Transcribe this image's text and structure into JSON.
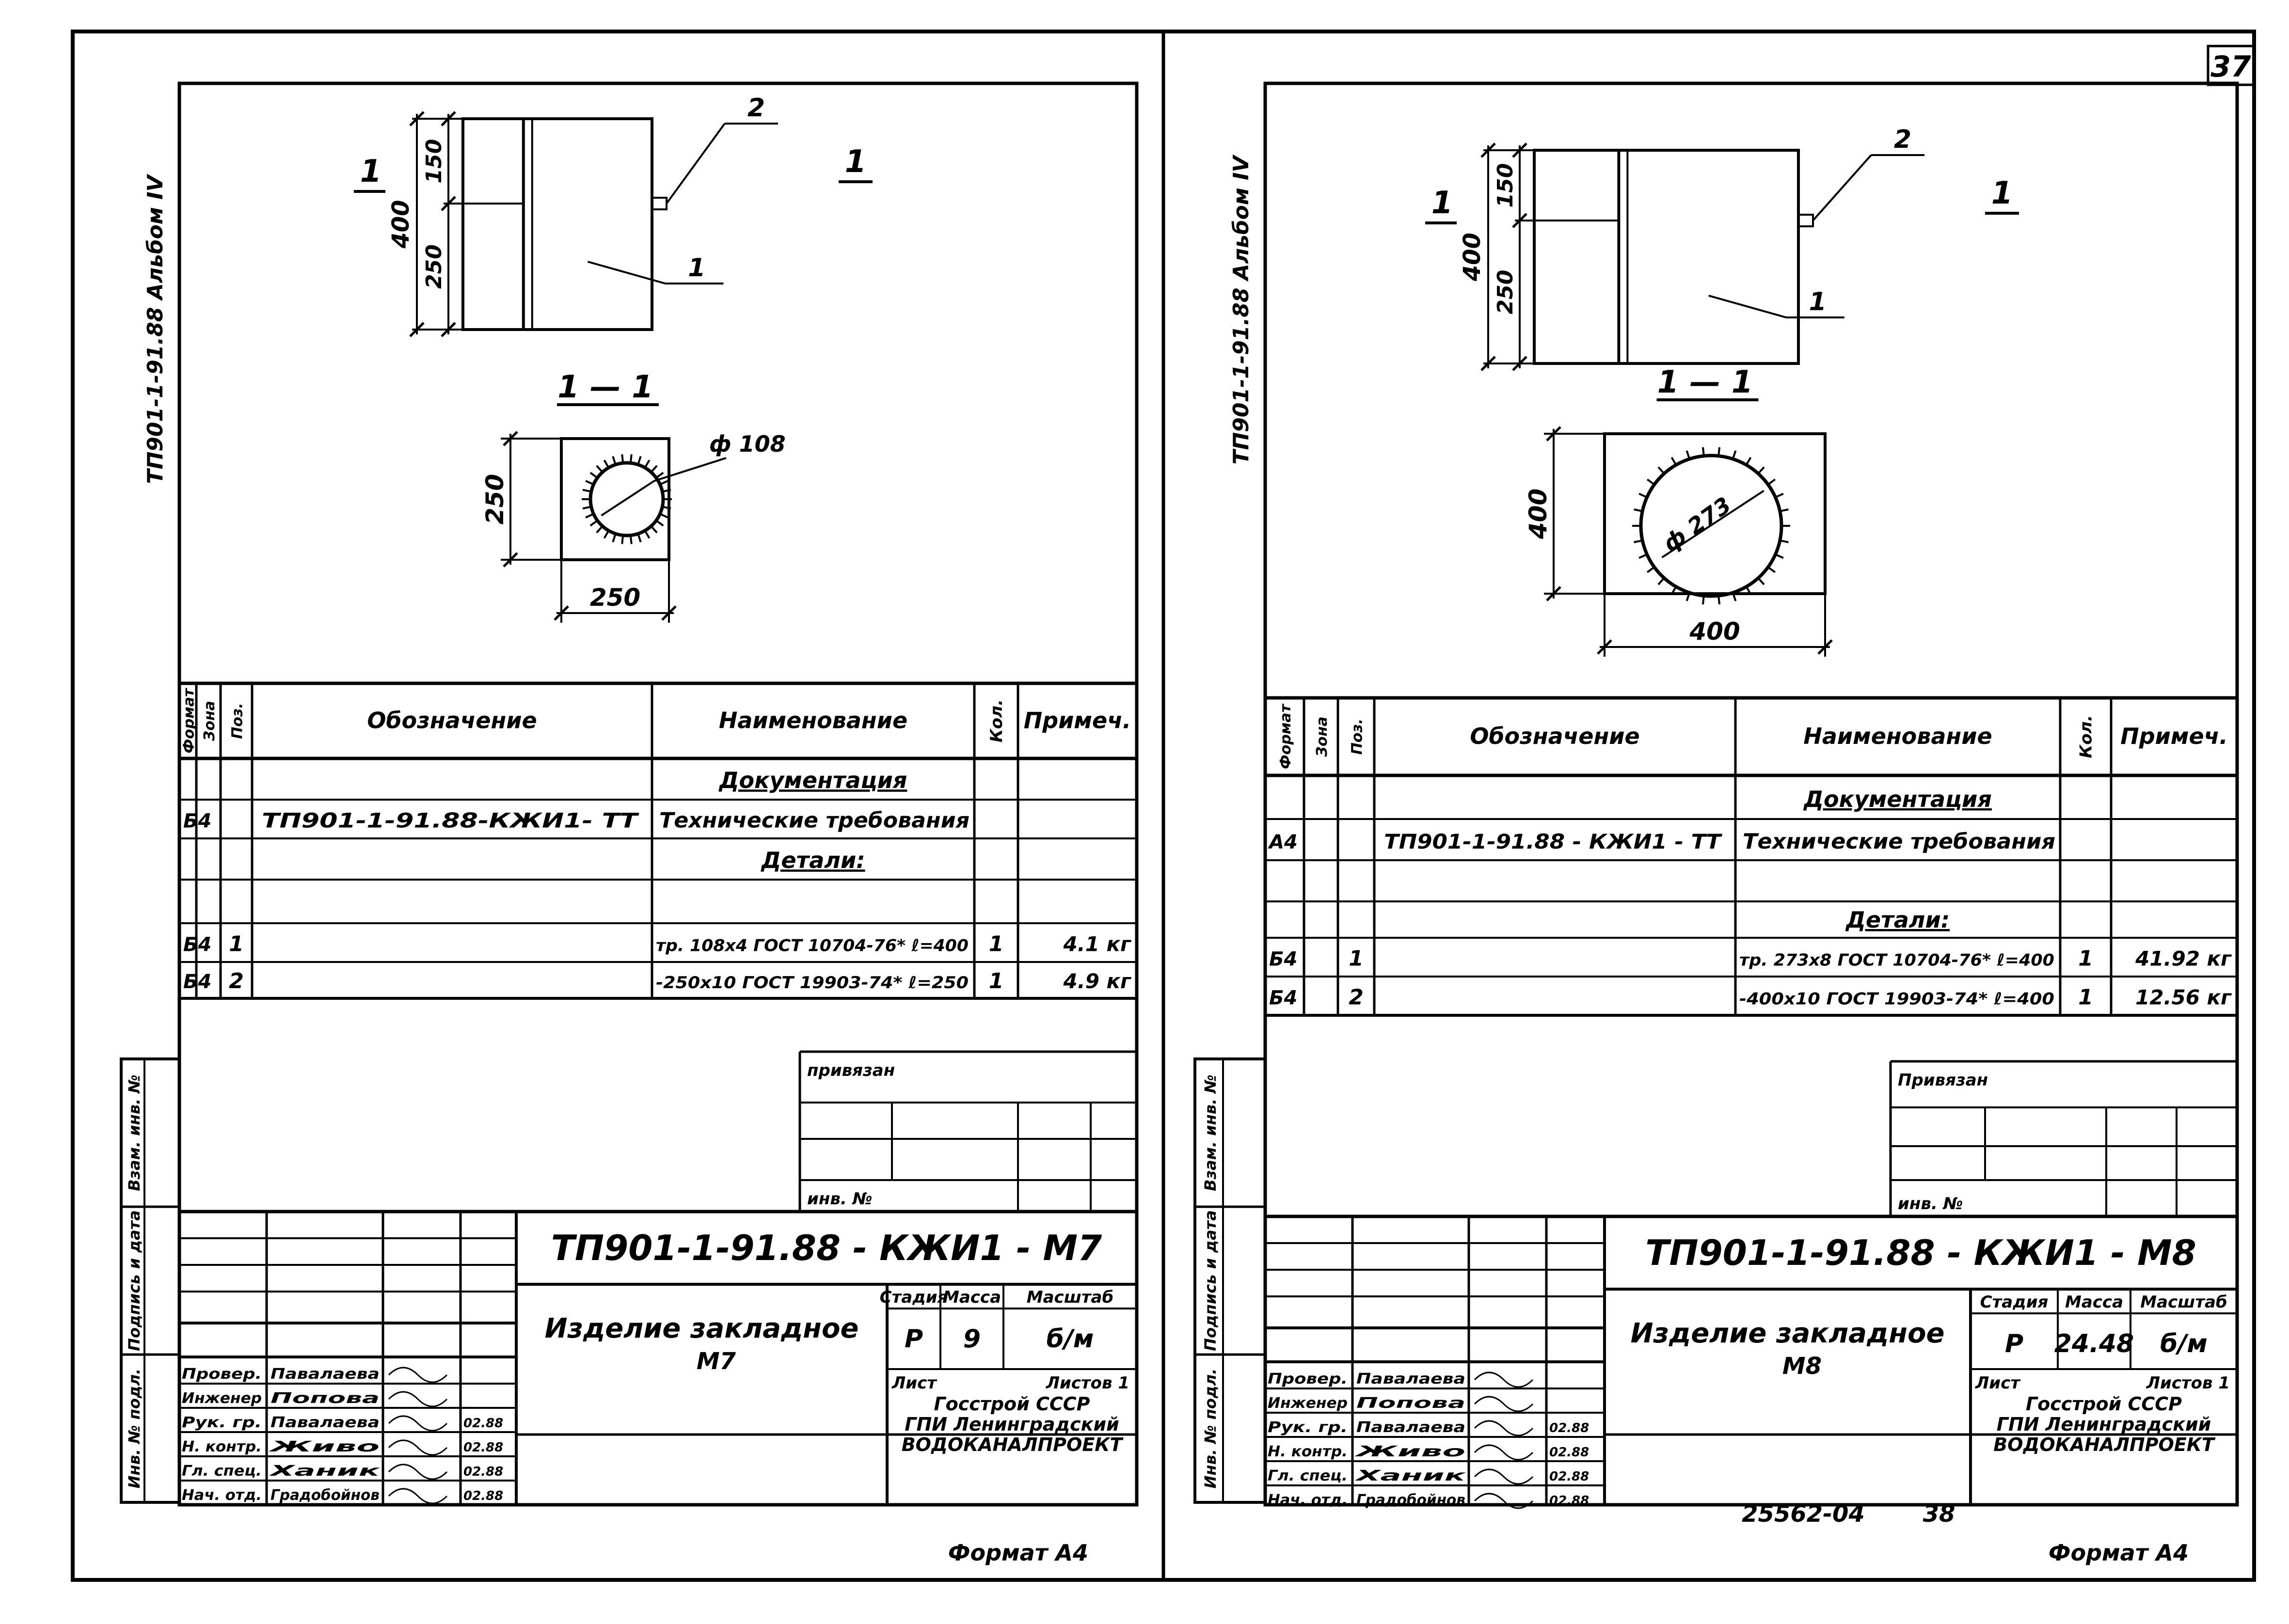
{
  "page_number": "37",
  "footer_code": "25562-04",
  "footer_sheet": "38",
  "sheets": [
    {
      "id": "left",
      "album_label": "ТП901-1-91.88 Альбом IV",
      "view": {
        "mark": "1",
        "dim_total": "400",
        "dim_top": "150",
        "dim_bottom": "250",
        "callout_1": "1",
        "callout_2": "2"
      },
      "section": {
        "title": "1 — 1",
        "diameter": "ф 108",
        "side_v": "250",
        "side_h": "250"
      },
      "spec_headers": {
        "format": "Формат",
        "zone": "Зона",
        "pos": "Поз.",
        "designation": "Обозначение",
        "name": "Наименование",
        "qty": "Кол.",
        "note": "Примеч."
      },
      "spec_rows": [
        {
          "format": "",
          "pos": "",
          "designation": "",
          "name": "Документация",
          "qty": "",
          "note": ""
        },
        {
          "format": "Б4",
          "pos": "",
          "designation": "ТП901-1-91.88-КЖИ1- ТТ",
          "name": "Технические требования",
          "qty": "",
          "note": ""
        },
        {
          "format": "",
          "pos": "",
          "designation": "",
          "name": "Детали:",
          "qty": "",
          "note": ""
        },
        {
          "format": "",
          "pos": "",
          "designation": "",
          "name": "",
          "qty": "",
          "note": ""
        },
        {
          "format": "Б4",
          "pos": "1",
          "designation": "",
          "name": "тр. 108х4 ГОСТ 10704-76* ℓ=400",
          "qty": "1",
          "note": "4.1 кг"
        },
        {
          "format": "Б4",
          "pos": "2",
          "designation": "",
          "name": "-250х10 ГОСТ 19903-74* ℓ=250",
          "qty": "1",
          "note": "4.9 кг"
        }
      ],
      "binding": {
        "label": "привязан",
        "inv": "инв. №"
      },
      "side_labels": {
        "vzam": "Взам. инв. №",
        "podpis": "Подпись и дата",
        "inv_podl": "Инв. № подл."
      },
      "title_code": "ТП901-1-91.88 - КЖИ1 - М7",
      "item_name": "Изделие закладное",
      "item_mark": "М7",
      "stage_head": {
        "stage": "Стадия",
        "mass": "Масса",
        "scale": "Масштаб"
      },
      "stage_vals": {
        "stage": "Р",
        "mass": "9",
        "scale": "б/м"
      },
      "sheet_info": {
        "sheet": "Лист",
        "sheets": "Листов 1"
      },
      "org": [
        "Госстрой СССР",
        "ГПИ Ленинградский",
        "ВОДОКАНАЛПРОЕКТ"
      ],
      "signers": [
        {
          "role": "Провер.",
          "name": "Павалаева",
          "date": ""
        },
        {
          "role": "Инженер",
          "name": "Попова",
          "date": ""
        },
        {
          "role": "Рук. гр.",
          "name": "Павалаева",
          "date": "02.88"
        },
        {
          "role": "Н. контр.",
          "name": "Живо",
          "date": "02.88"
        },
        {
          "role": "Гл. спец.",
          "name": "Ханик",
          "date": "02.88"
        },
        {
          "role": "Нач. отд.",
          "name": "Градобойнов",
          "date": "02.88"
        }
      ],
      "format_label": "Формат А4"
    },
    {
      "id": "right",
      "album_label": "ТП901-1-91.88 Альбом IV",
      "view": {
        "mark": "1",
        "dim_total": "400",
        "dim_top": "150",
        "dim_bottom": "250",
        "callout_1": "1",
        "callout_2": "2"
      },
      "section": {
        "title": "1 — 1",
        "diameter": "ф 273",
        "side_v": "400",
        "side_h": "400"
      },
      "spec_headers": {
        "format": "Формат",
        "zone": "Зона",
        "pos": "Поз.",
        "designation": "Обозначение",
        "name": "Наименование",
        "qty": "Кол.",
        "note": "Примеч."
      },
      "spec_rows": [
        {
          "format": "",
          "pos": "",
          "designation": "",
          "name": "Документация",
          "qty": "",
          "note": ""
        },
        {
          "format": "А4",
          "pos": "",
          "designation": "ТП901-1-91.88 - КЖИ1 - ТТ",
          "name": "Технические требования",
          "qty": "",
          "note": ""
        },
        {
          "format": "",
          "pos": "",
          "designation": "",
          "name": "",
          "qty": "",
          "note": ""
        },
        {
          "format": "",
          "pos": "",
          "designation": "",
          "name": "Детали:",
          "qty": "",
          "note": ""
        },
        {
          "format": "Б4",
          "pos": "1",
          "designation": "",
          "name": "тр. 273х8 ГОСТ 10704-76* ℓ=400",
          "qty": "1",
          "note": "41.92 кг"
        },
        {
          "format": "Б4",
          "pos": "2",
          "designation": "",
          "name": "-400х10 ГОСТ 19903-74* ℓ=400",
          "qty": "1",
          "note": "12.56 кг"
        }
      ],
      "binding": {
        "label": "Привязан",
        "inv": "инв. №"
      },
      "side_labels": {
        "vzam": "Взам. инв. №",
        "podpis": "Подпись и дата",
        "inv_podl": "Инв. № подл."
      },
      "title_code": "ТП901-1-91.88 - КЖИ1 - М8",
      "item_name": "Изделие закладное",
      "item_mark": "М8",
      "stage_head": {
        "stage": "Стадия",
        "mass": "Масса",
        "scale": "Масштаб"
      },
      "stage_vals": {
        "stage": "Р",
        "mass": "24.48",
        "scale": "б/м"
      },
      "sheet_info": {
        "sheet": "Лист",
        "sheets": "Листов 1"
      },
      "org": [
        "Госстрой СССР",
        "ГПИ Ленинградский",
        "ВОДОКАНАЛПРОЕКТ"
      ],
      "signers": [
        {
          "role": "Провер.",
          "name": "Павалаева",
          "date": ""
        },
        {
          "role": "Инженер",
          "name": "Попова",
          "date": ""
        },
        {
          "role": "Рук. гр.",
          "name": "Павалаева",
          "date": "02.88"
        },
        {
          "role": "Н. контр.",
          "name": "Живо",
          "date": "02.88"
        },
        {
          "role": "Гл. спец.",
          "name": "Ханик",
          "date": "02.88"
        },
        {
          "role": "Нач. отд.",
          "name": "Градобойнов",
          "date": "02.88"
        }
      ],
      "format_label": "Формат А4"
    }
  ]
}
